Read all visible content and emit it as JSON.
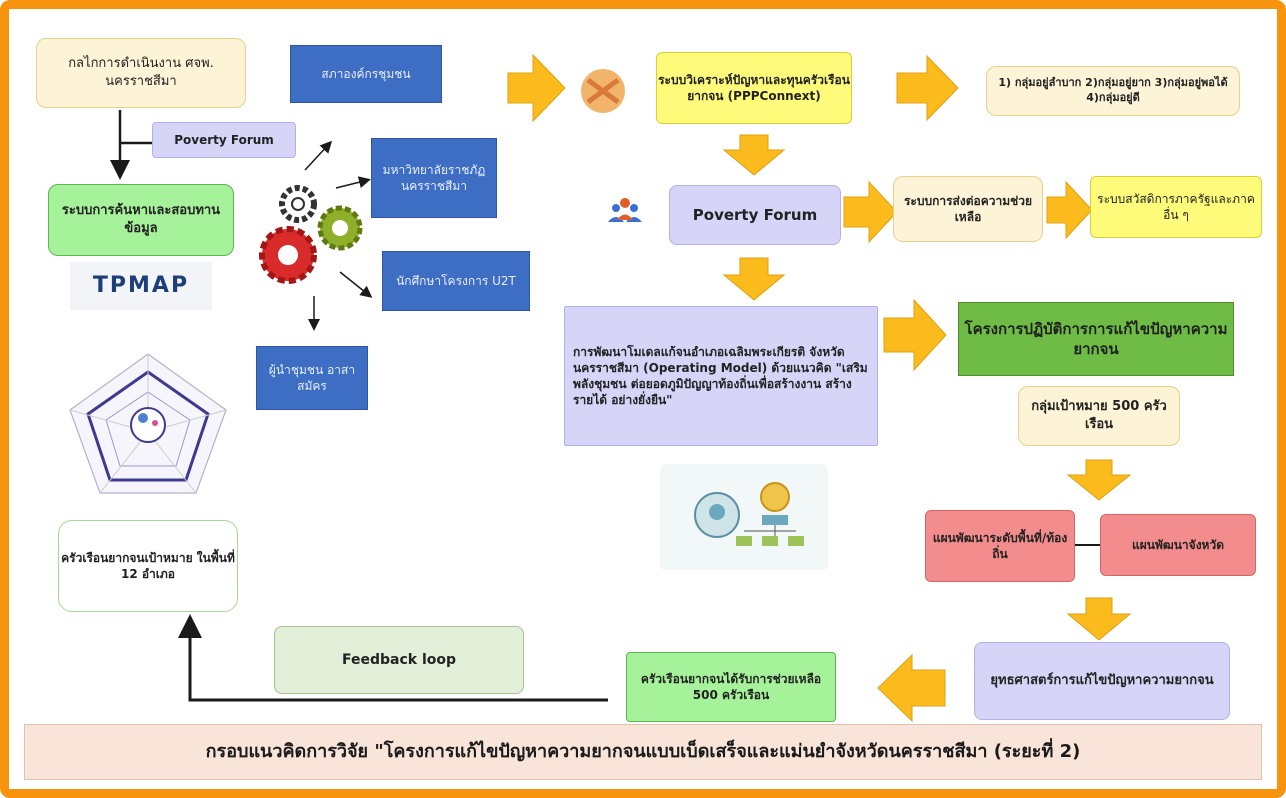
{
  "colors": {
    "border_orange": "#f7930d",
    "arrow_yellow": "#fbbb1c",
    "blue_box": "#3e6dc4",
    "green_box": "#a6f29a",
    "lavender": "#d6d4f7",
    "pink": "#f38c8c",
    "dark_green": "#6ebc45",
    "footer": "#f8e4d8"
  },
  "nodes": {
    "mechanism": "กลไกการดำเนินงาน ศจพ. นครราชสีมา",
    "poverty_forum_left": "Poverty Forum",
    "search_system": "ระบบการค้นหาและสอบทานข้อมูล",
    "tpmap_logo": "TPMAP",
    "community_council": "สภาองค์กรชุมชน",
    "university": "มหาวิทยาลัยราชภัฏนครราชสีมา",
    "u2t": "นักศึกษาโครงการ U2T",
    "leaders": "ผู้นำชุมชน อาสาสมัคร",
    "analysis_system": "ระบบวิเคราะห์ปัญหาและทุนครัวเรือนยากจน (PPPConnext)",
    "groups": "1) กลุ่มอยู่ลำบาก 2)กลุ่มอยู่ยาก 3)กลุ่มอยู่พอได้ 4)กลุ่มอยู่ดี",
    "poverty_forum_center": "Poverty Forum",
    "referral_system": "ระบบการส่งต่อความช่วยเหลือ",
    "welfare_system": "ระบบสวัสดิการภาครัฐและภาคอื่น ๆ",
    "operating_model": "การพัฒนาโมเดลแก้จนอำเภอเฉลิมพระเกียรติ จังหวัดนครราชสีมา (Operating Model) ด้วยแนวคิด \"เสริมพลังชุมชน ต่อยอดภูมิปัญญาท้องถิ่นเพื่อสร้างงาน สร้างรายได้ อย่างยั่งยืน\"",
    "action_project": "โครงการปฏิบัติการการแก้ไขปัญหาความยากจน",
    "target_group": "กลุ่มเป้าหมาย 500 ครัวเรือน",
    "local_plan": "แผนพัฒนาระดับพื้นที่/ท้องถิ่น",
    "provincial_plan": "แผนพัฒนาจังหวัด",
    "strategy": "ยุทธศาสตร์การแก้ไขปัญหาความยากจน",
    "helped_households": "ครัวเรือนยากจนได้รับการช่วยเหลือ 500 ครัวเรือน",
    "feedback": "Feedback loop",
    "target_households": "ครัวเรือนยากจนเป้าหมาย ในพื้นที่ 12 อำเภอ"
  },
  "footer": "กรอบแนวคิดการวิจัย \"โครงการแก้ไขปัญหาความยากจนแบบเบ็ดเสร็จและแม่นยำจังหวัดนครราชสีมา (ระยะที่ 2)"
}
